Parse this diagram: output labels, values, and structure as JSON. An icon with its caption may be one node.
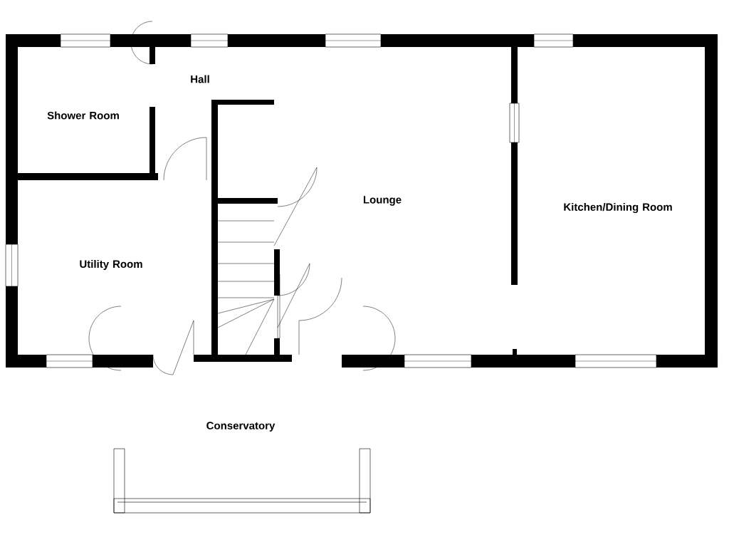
{
  "diagram": {
    "labels": [
      "Hall",
      "Shower Room",
      "Lounge",
      "Kitchen/Dining Room",
      "Utility Room",
      "Conservatory"
    ]
  }
}
